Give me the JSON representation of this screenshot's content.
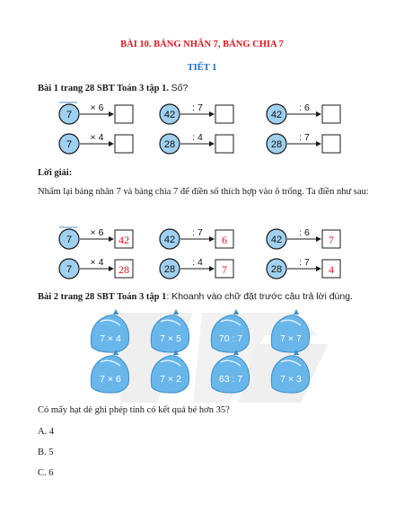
{
  "title": "BÀI 10. BẢNG NHÂN 7, BẢNG CHIA 7",
  "subtitle": "TIẾT 1",
  "ex1": {
    "heading": "Bài 1 trang 28 SBT Toán 3 tập 1.",
    "prompt": "Số?"
  },
  "diagram": [
    {
      "start": "7",
      "op": "× 6",
      "answer": "42"
    },
    {
      "start": "42",
      "op": ": 7",
      "answer": "6"
    },
    {
      "start": "42",
      "op": ": 6",
      "answer": "7"
    },
    {
      "start": "7",
      "op": "× 4",
      "answer": "28"
    },
    {
      "start": "28",
      "op": ": 4",
      "answer": "7"
    },
    {
      "start": "28",
      "op": ": 7",
      "answer": "4"
    }
  ],
  "solution": {
    "heading": "Lời giải:",
    "text": "Nhẩm lại bảng nhân 7 và bảng chia 7 để điền số thích hợp vào ô trống. Ta điền như sau:"
  },
  "ex2": {
    "heading": "Bài 2 trang 28 SBT Toán 3 tập 1",
    "prompt": ": Khoanh vào chữ đặt trước câu trả lời đúng."
  },
  "seeds": [
    "7 × 4",
    "7 × 5",
    "70 : 7",
    "7 × 7",
    "7 × 6",
    "7 × 2",
    "63 : 7",
    "7 × 3"
  ],
  "question": "Có mấy hạt dẻ ghi phép tính có kết quả bé hơn 35?",
  "options": [
    "A. 4",
    "B. 5",
    "C. 6"
  ],
  "colors": {
    "title": "#e0141e",
    "subtitle": "#1a6fc4",
    "circle_fill": "#9fd0ef",
    "seed_fill": "#69b7ea",
    "answer": "#e0141e"
  }
}
